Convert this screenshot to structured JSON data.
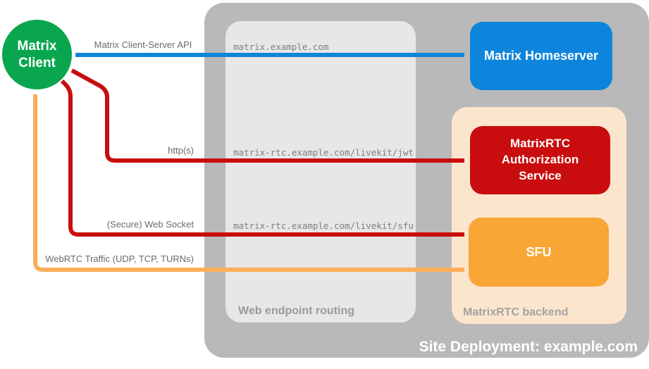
{
  "client": {
    "label": "Matrix Client"
  },
  "homeserver": {
    "label": "Matrix Homeserver"
  },
  "backend": {
    "title": "MatrixRTC backend",
    "auth_label": "MatrixRTC Authorization Service",
    "sfu_label": "SFU"
  },
  "routing": {
    "title": "Web endpoint routing",
    "endpoints": [
      "matrix.example.com",
      "matrix-rtc.example.com/livekit/jwt",
      "matrix-rtc.example.com/livekit/sfu"
    ]
  },
  "site": {
    "label": "Site Deployment: example.com"
  },
  "connections": {
    "client_server_api": {
      "label": "Matrix Client-Server API",
      "color": "#0e85dc",
      "style": "bidirectional"
    },
    "https": {
      "label": "http(s)",
      "color": "#c90d0e",
      "style": "bidirectional"
    },
    "websocket": {
      "label": "(Secure) Web Socket",
      "color": "#c90d0e",
      "style": "bidirectional"
    },
    "webrtc": {
      "label": "WebRTC Traffic (UDP, TCP, TURNs)",
      "color": "#fbae59",
      "style": "bidirectional"
    }
  },
  "colors": {
    "client_green": "#0aa64f",
    "homeserver_blue": "#0e85dc",
    "auth_red": "#c90d0e",
    "sfu_orange": "#f9a636",
    "webrtc_arrow_orange": "#fbae59",
    "backend_peach": "#fce5cd",
    "site_gray": "#b9b9b9",
    "routing_gray": "#e7e7e7"
  }
}
